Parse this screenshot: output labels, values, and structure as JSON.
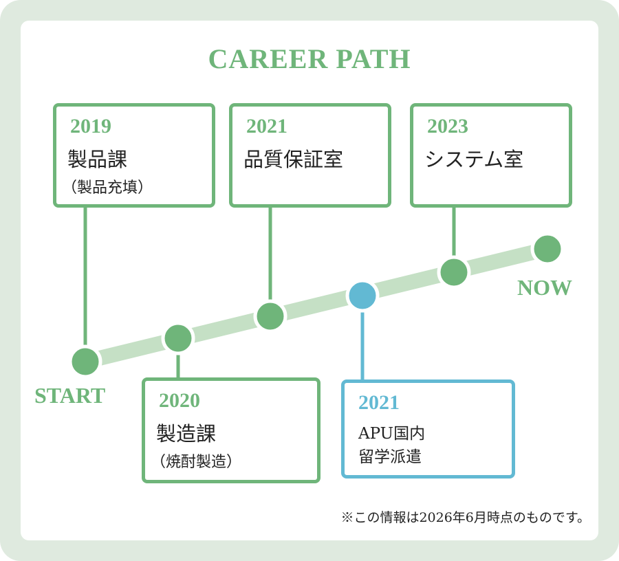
{
  "colors": {
    "green": "#6fb57a",
    "light_green": "#c5e0c5",
    "blue": "#62b9d3",
    "background": "#dfeadf"
  },
  "title": "CAREER PATH",
  "start_label": "START",
  "now_label": "NOW",
  "milestones": [
    {
      "year": "2019",
      "name": "製品課",
      "sub": "（製品充填）",
      "color": "green"
    },
    {
      "year": "2020",
      "name": "製造課",
      "sub": "（焼酎製造）",
      "color": "green"
    },
    {
      "year": "2021",
      "name": "品質保証室",
      "sub": "",
      "color": "green"
    },
    {
      "year": "2021",
      "name_lines": [
        "APU国内",
        "留学派遣"
      ],
      "color": "blue"
    },
    {
      "year": "2023",
      "name": "システム室",
      "sub": "",
      "color": "green"
    }
  ],
  "footnote": "※この情報は2026年6月時点のものです。"
}
